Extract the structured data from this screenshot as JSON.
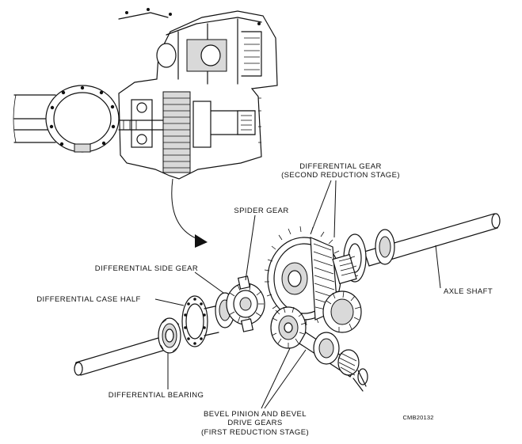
{
  "labels": {
    "differential_gear_line1": "DIFFERENTIAL GEAR",
    "differential_gear_line2": "(SECOND REDUCTION STAGE)",
    "spider_gear": "SPIDER GEAR",
    "differential_side_gear": "DIFFERENTIAL SIDE GEAR",
    "differential_case_half": "DIFFERENTIAL CASE HALF",
    "axle_shaft": "AXLE SHAFT",
    "differential_bearing": "DIFFERENTIAL BEARING",
    "bevel_line1": "BEVEL PINION AND BEVEL",
    "bevel_line2": "DRIVE GEARS",
    "bevel_line3": "(FIRST REDUCTION STAGE)",
    "figure_code": "CMB20132"
  }
}
